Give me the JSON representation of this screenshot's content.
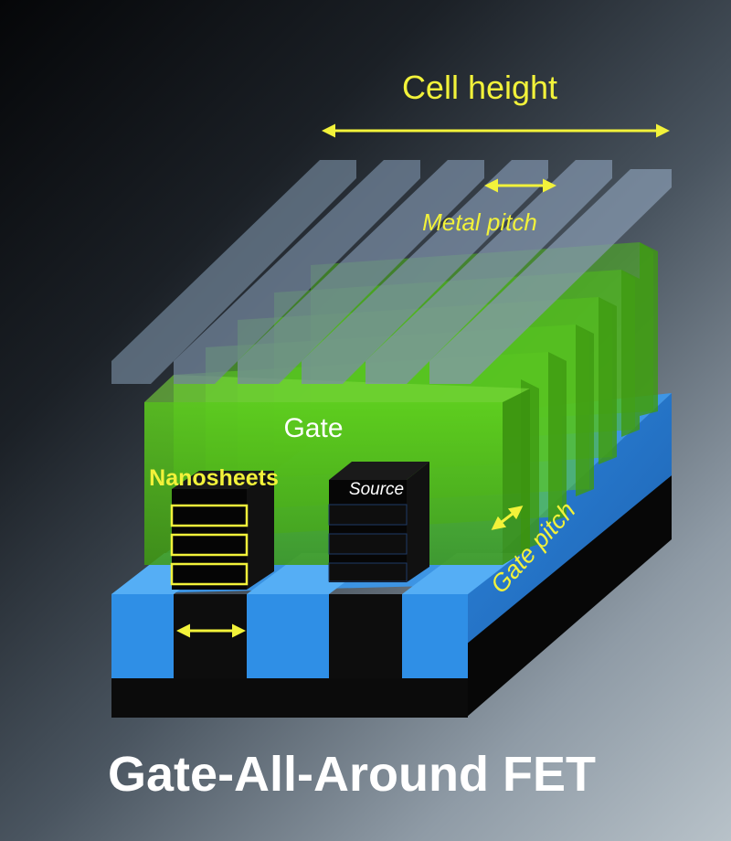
{
  "title": "Gate-All-Around FET",
  "labels": {
    "cell_height": "Cell height",
    "metal_pitch": "Metal pitch",
    "gate": "Gate",
    "nanosheets": "Nanosheets",
    "source": "Source",
    "gate_pitch": "Gate pitch"
  },
  "colors": {
    "annotation": "#f2f23a",
    "gate": "#5cc21a",
    "substrate_blue": "#2f8fe6",
    "base_black": "#0a0a0a",
    "metal_lines": "#6c7f92"
  }
}
